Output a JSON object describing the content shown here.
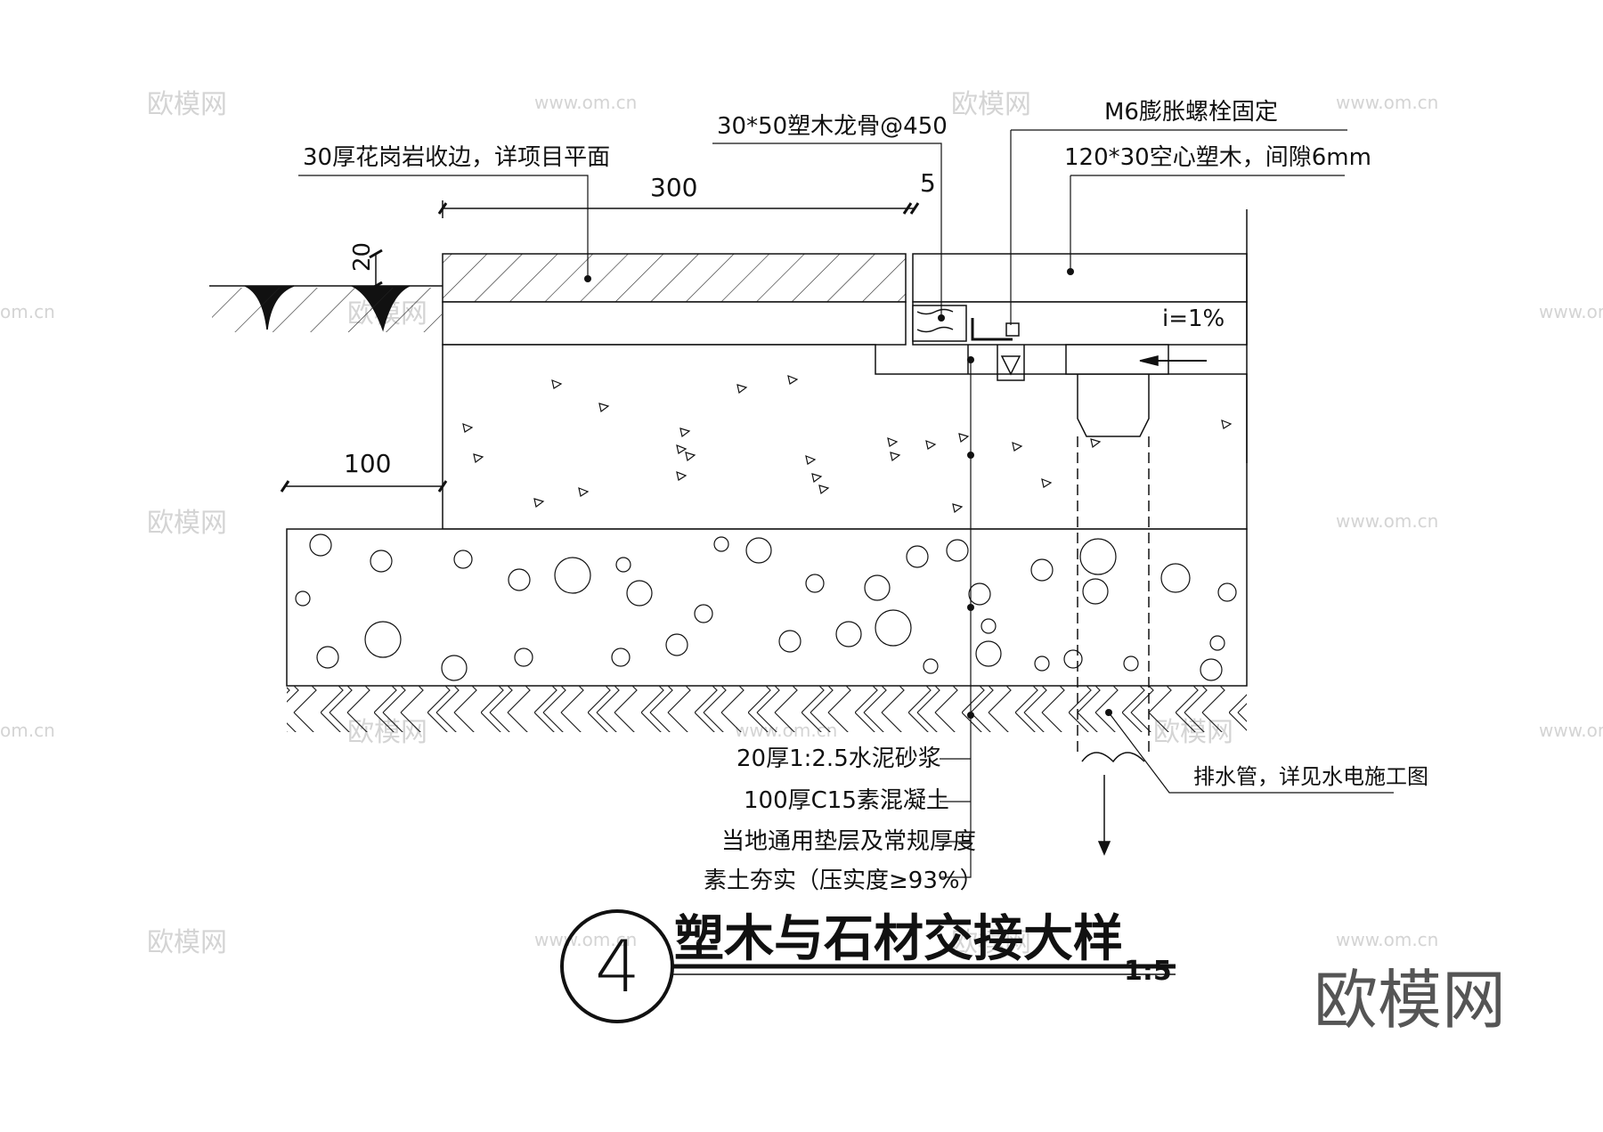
{
  "labels": {
    "granite_edge": "30厚花岗岩收边，详项目平面",
    "keel": "30*50塑木龙骨@450",
    "bolt": "M6膨胀螺栓固定",
    "deck": "120*30空心塑木，间隙6mm",
    "slope": "i=1%",
    "mortar": "20厚1:2.5水泥砂浆",
    "concrete": "100厚C15素混凝土",
    "cushion": "当地通用垫层及常规厚度",
    "soil": "素土夯实（压实度≥93%）",
    "drain": "排水管，详见水电施工图"
  },
  "dimensions": {
    "d300": "300",
    "d5": "5",
    "d20": "20",
    "d100": "100"
  },
  "title": {
    "number": "4",
    "text": "塑木与石材交接大样",
    "scale": "1:5"
  },
  "watermark": {
    "cn": "欧模网",
    "url": "www.om.cn",
    "url_partial": "om.cn"
  }
}
